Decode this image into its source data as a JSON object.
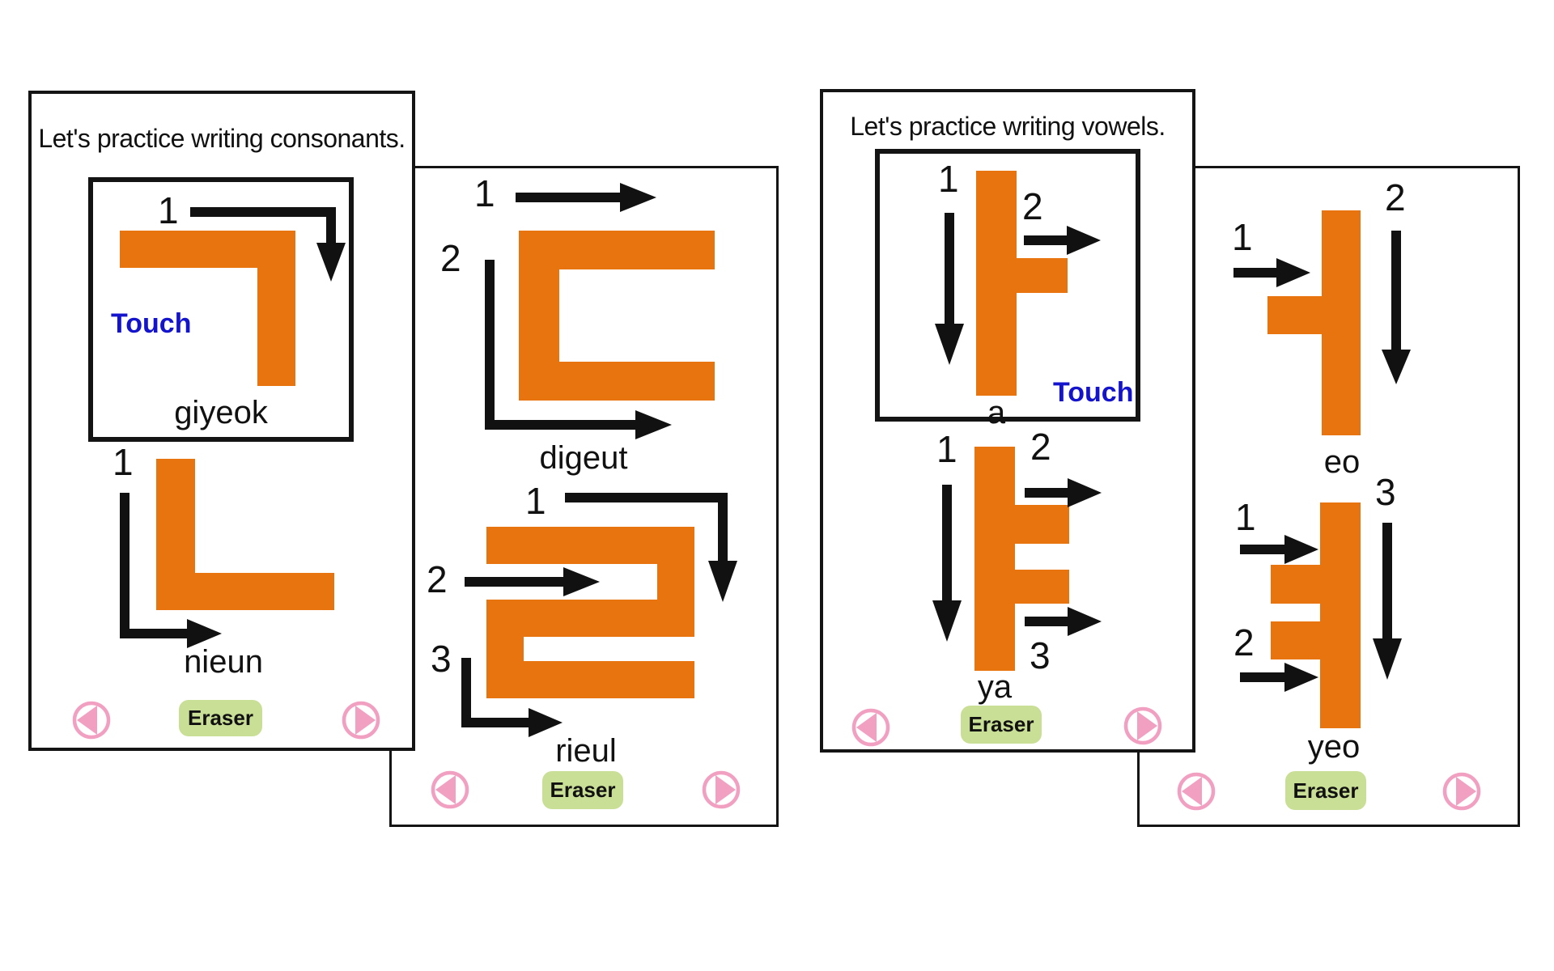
{
  "colors": {
    "glyph_orange": "#E8740F",
    "touch_blue": "#1414CC",
    "eraser_green": "#C9DF95",
    "nav_pink": "#F2A0C2",
    "ink_black": "#111111"
  },
  "panels": [
    {
      "title": "Let's practice writing consonants.",
      "glyphs": [
        {
          "label": "giyeok",
          "touch": "Touch",
          "strokes": [
            "1"
          ]
        },
        {
          "label": "nieun",
          "strokes": [
            "1"
          ]
        }
      ],
      "footer": {
        "eraser_label": "Eraser"
      }
    },
    {
      "glyphs": [
        {
          "label": "digeut",
          "strokes": [
            "1",
            "2"
          ]
        },
        {
          "label": "rieul",
          "strokes": [
            "1",
            "2",
            "3"
          ]
        }
      ],
      "footer": {
        "eraser_label": "Eraser"
      }
    },
    {
      "title": "Let's practice writing vowels.",
      "glyphs": [
        {
          "label": "a",
          "touch": "Touch",
          "strokes": [
            "1",
            "2"
          ]
        },
        {
          "label": "ya",
          "strokes": [
            "1",
            "2",
            "3"
          ]
        }
      ],
      "footer": {
        "eraser_label": "Eraser"
      }
    },
    {
      "glyphs": [
        {
          "label": "eo",
          "strokes": [
            "1",
            "2"
          ]
        },
        {
          "label": "yeo",
          "strokes": [
            "1",
            "2",
            "3"
          ]
        }
      ],
      "footer": {
        "eraser_label": "Eraser"
      }
    }
  ]
}
